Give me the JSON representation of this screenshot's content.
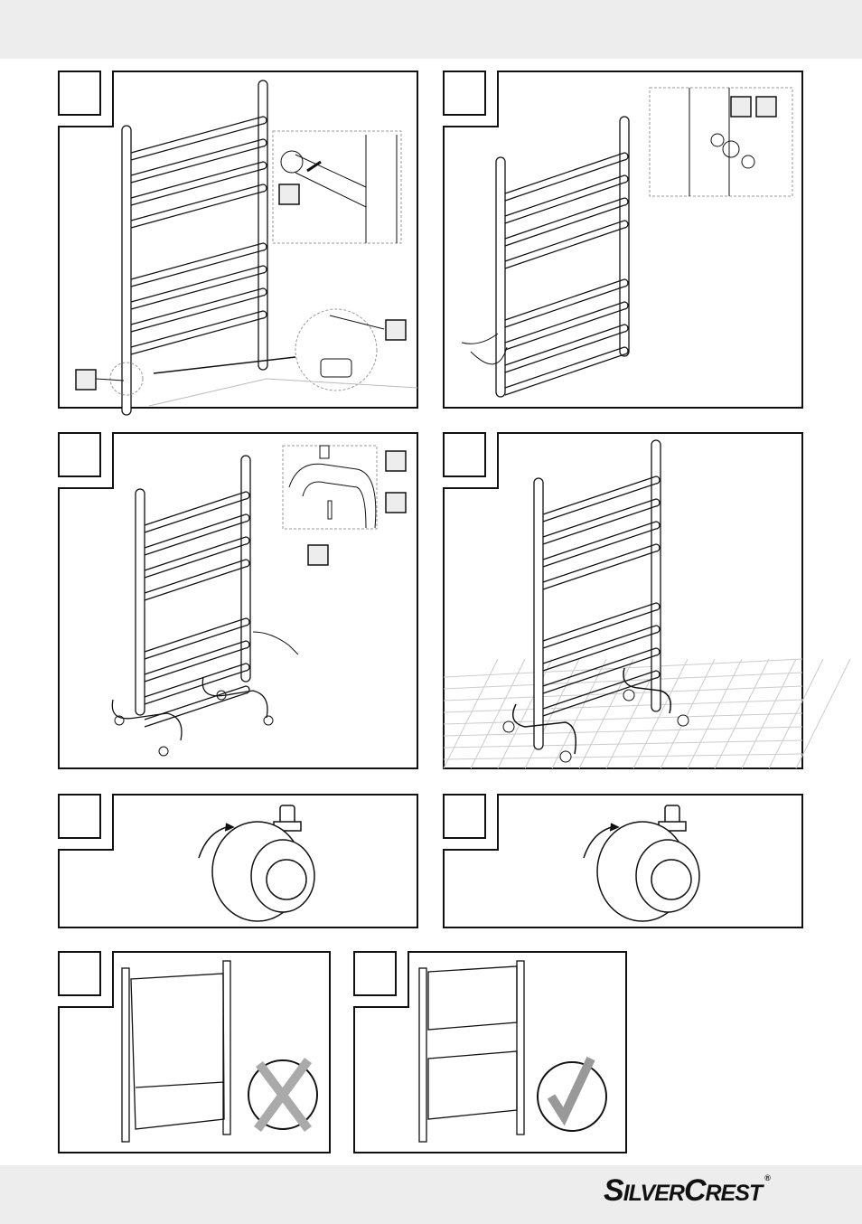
{
  "header": {},
  "panels": [
    {
      "id": 1,
      "content": "wall-mount-assembly"
    },
    {
      "id": 2,
      "content": "wall-mount-detail"
    },
    {
      "id": 3,
      "content": "stand-assembly"
    },
    {
      "id": 4,
      "content": "free-standing-rack"
    },
    {
      "id": 5,
      "content": "castor-lock"
    },
    {
      "id": 6,
      "content": "castor-unlock"
    },
    {
      "id": 7,
      "content": "incorrect-covering"
    },
    {
      "id": 8,
      "content": "correct-drying"
    }
  ],
  "footer": {
    "logo": {
      "first_cap": "S",
      "first_rest": "ILVER",
      "second_cap": "C",
      "second_rest": "REST",
      "registered": "®"
    }
  },
  "colors": {
    "band": "#ededed",
    "label_fill": "#ededed",
    "line": "#111111"
  }
}
